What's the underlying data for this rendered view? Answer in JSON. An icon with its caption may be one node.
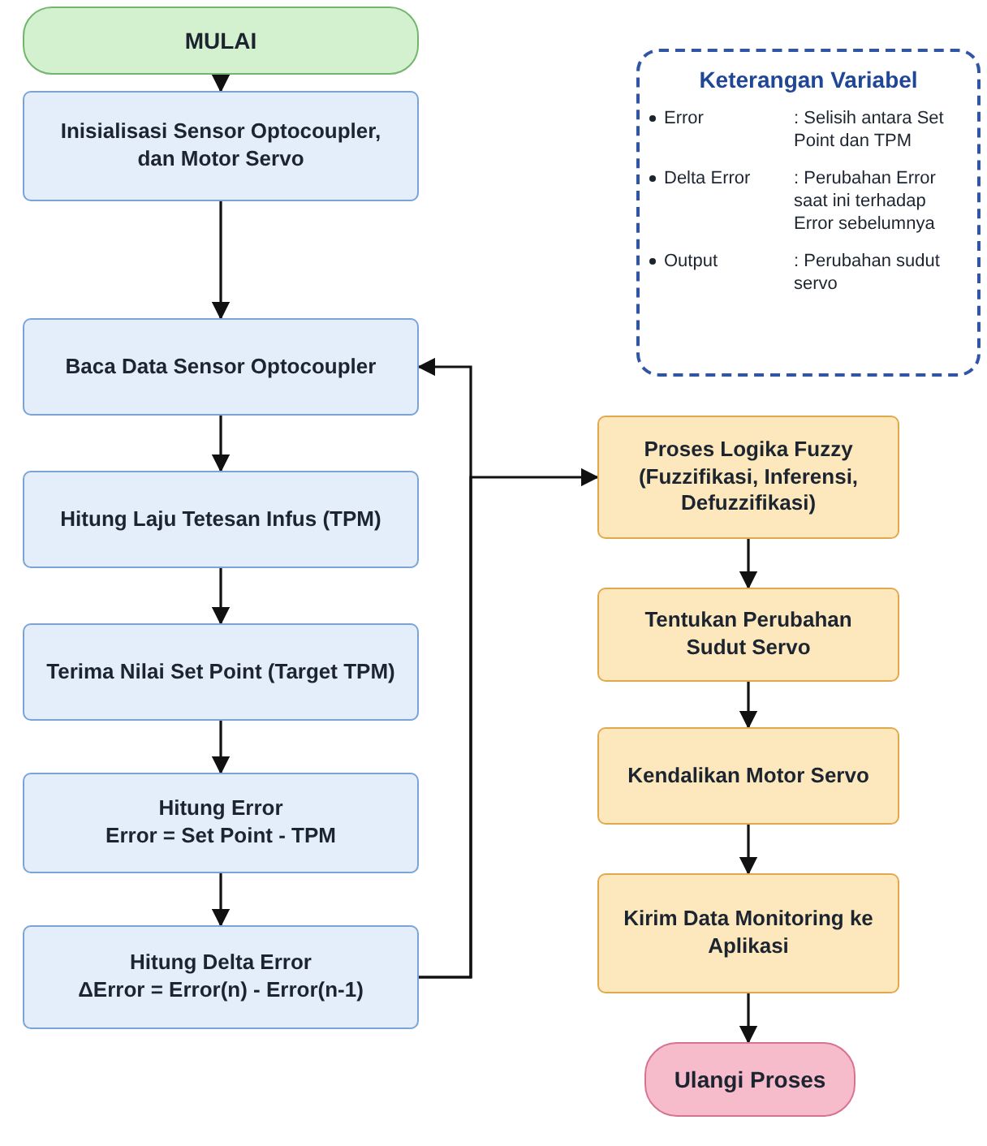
{
  "diagram": {
    "nodes": [
      {
        "text": [
          "MULAI"
        ]
      },
      {
        "text": [
          "Inisialisasi Sensor Optocoupler, dan Motor Servo"
        ]
      },
      {
        "text": [
          "Baca Data Sensor Optocoupler"
        ]
      },
      {
        "text": [
          "Hitung Laju Tetesan Infus (TPM)"
        ]
      },
      {
        "text": [
          "Terima Nilai Set Point (Target TPM)"
        ]
      },
      {
        "text": [
          "Hitung Error",
          "Error = Set Point - TPM"
        ]
      },
      {
        "text": [
          "Hitung Delta Error",
          "ΔError = Error(n) - Error(n-1)"
        ]
      },
      {
        "text": [
          "Proses Logika Fuzzy (Fuzzifikasi, Inferensi, Defuzzifikasi)"
        ]
      },
      {
        "text": [
          "Tentukan Perubahan Sudut Servo"
        ]
      },
      {
        "text": [
          "Kendalikan Motor Servo"
        ]
      },
      {
        "text": [
          "Kirim Data Monitoring ke Aplikasi"
        ]
      },
      {
        "text": [
          "Ulangi Proses"
        ]
      },
      {
        "text": [
          "Keterangan Variabel",
          "Error",
          ": Selisih antara Set Point dan TPM",
          "Delta Error",
          ": Perubahan Error saat ini terhadap Error sebelumnya",
          "Output",
          ": Perubahan sudut servo"
        ]
      }
    ],
    "edges": [
      {
        "from": 0,
        "to": 1,
        "arrow": "to"
      },
      {
        "from": 1,
        "to": 2,
        "arrow": "to"
      },
      {
        "from": 2,
        "to": 3,
        "arrow": "to"
      },
      {
        "from": 3,
        "to": 4,
        "arrow": "to"
      },
      {
        "from": 4,
        "to": 5,
        "arrow": "to"
      },
      {
        "from": 5,
        "to": 6,
        "arrow": "to"
      },
      {
        "from": 6,
        "to": 2,
        "arrow": "to"
      },
      {
        "from": 6,
        "to": 7,
        "arrow": "to"
      },
      {
        "from": 7,
        "to": 8,
        "arrow": "to"
      },
      {
        "from": 8,
        "to": 9,
        "arrow": "to"
      },
      {
        "from": 9,
        "to": 10,
        "arrow": "to"
      },
      {
        "from": 10,
        "to": 11,
        "arrow": "to"
      }
    ]
  }
}
